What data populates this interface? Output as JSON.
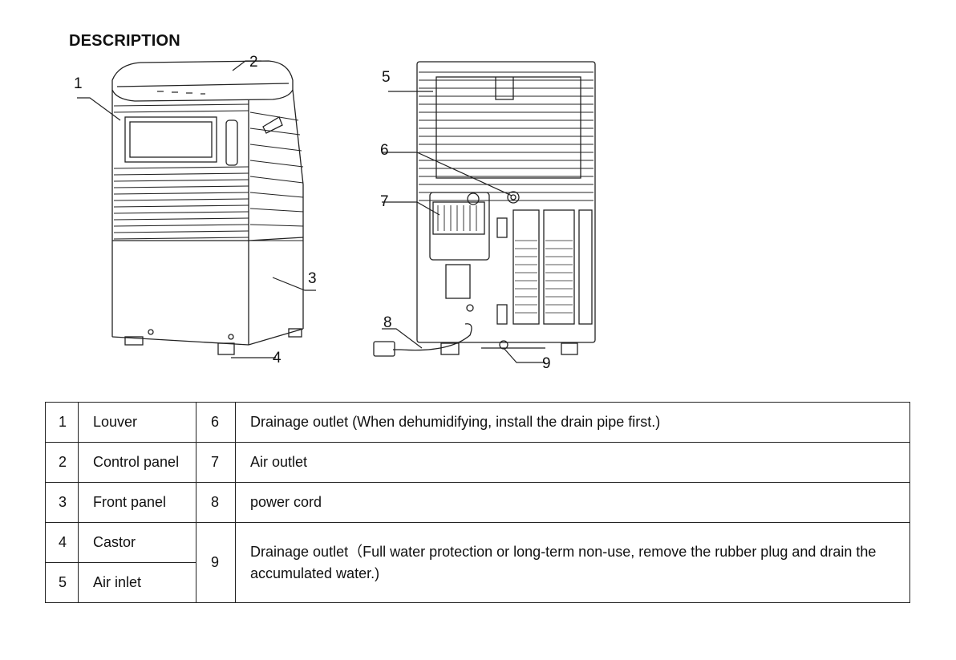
{
  "heading": "DESCRIPTION",
  "callouts": [
    "1",
    "2",
    "3",
    "4",
    "5",
    "6",
    "7",
    "8",
    "9"
  ],
  "rows": [
    {
      "n1": "1",
      "name1": "Louver",
      "n2": "6",
      "desc": "Drainage outlet (When dehumidifying, install the drain pipe first.)"
    },
    {
      "n1": "2",
      "name1": "Control panel",
      "n2": "7",
      "desc": "Air outlet"
    },
    {
      "n1": "3",
      "name1": "Front panel",
      "n2": "8",
      "desc": "power cord"
    },
    {
      "n1": "4",
      "name1": "Castor",
      "n2": "9",
      "desc": "Drainage outlet（Full water protection or long-term non-use, remove the rubber plug and drain the accumulated water.)"
    },
    {
      "n1": "5",
      "name1": "Air inlet"
    }
  ]
}
